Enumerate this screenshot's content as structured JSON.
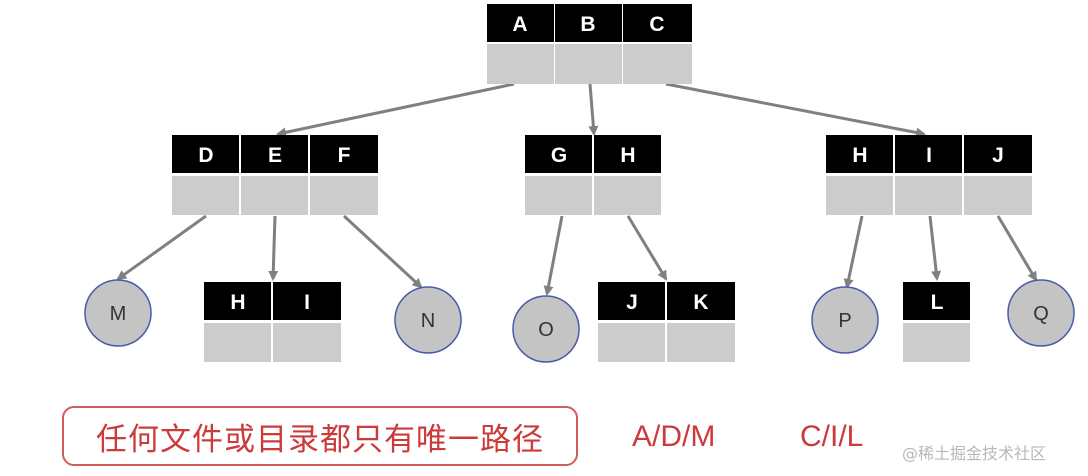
{
  "nodes": {
    "root": {
      "keys": [
        "A",
        "B",
        "C"
      ]
    },
    "left": {
      "keys": [
        "D",
        "E",
        "F"
      ]
    },
    "middle": {
      "keys": [
        "G",
        "H"
      ]
    },
    "right": {
      "keys": [
        "H",
        "I",
        "J"
      ]
    },
    "left_child": {
      "keys": [
        "H",
        "I"
      ]
    },
    "middle_child": {
      "keys": [
        "J",
        "K"
      ]
    },
    "right_child": {
      "keys": [
        "L"
      ]
    }
  },
  "leaves": {
    "m": "M",
    "n": "N",
    "o": "O",
    "p": "P",
    "q": "Q"
  },
  "callout": {
    "text": "任何文件或目录都只有唯一路径"
  },
  "examples": [
    "A/D/M",
    "C/I/L"
  ],
  "watermark": "@稀土掘金技术社区",
  "colors": {
    "key_cell": "#000000",
    "child_slot": "#cccccc",
    "leaf_fill": "#c4c4c4",
    "leaf_border": "#4a5aa8",
    "edge": "#808080",
    "accent_red": "#cc3b3b"
  }
}
